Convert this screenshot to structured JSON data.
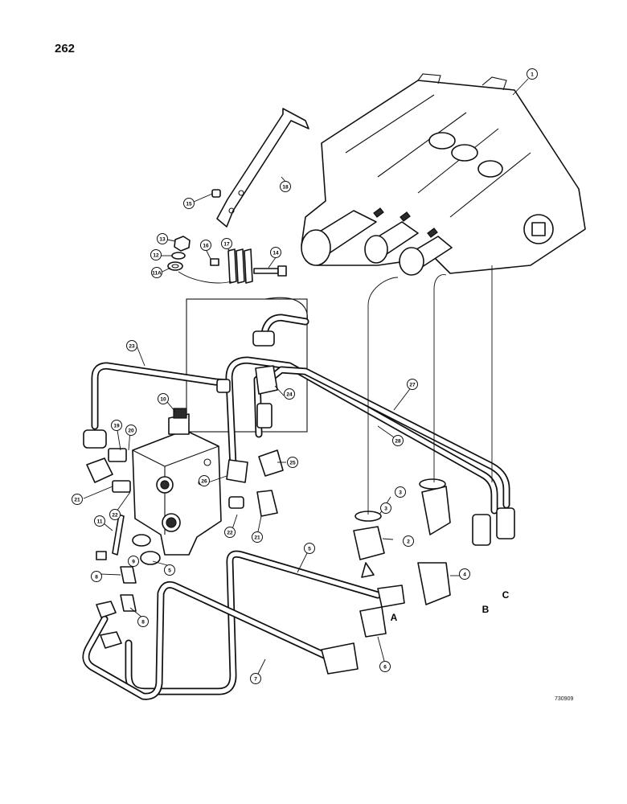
{
  "page": {
    "number": "262",
    "figure_code": "730909"
  },
  "callouts": [
    "1",
    "2",
    "3",
    "4",
    "5",
    "6",
    "7",
    "8",
    "9",
    "10",
    "11",
    "11A",
    "12",
    "13",
    "14",
    "15",
    "16",
    "17",
    "18",
    "19",
    "20",
    "21",
    "22",
    "23",
    "24",
    "25",
    "26",
    "27",
    "28"
  ],
  "port_labels": [
    "A",
    "B",
    "C"
  ]
}
